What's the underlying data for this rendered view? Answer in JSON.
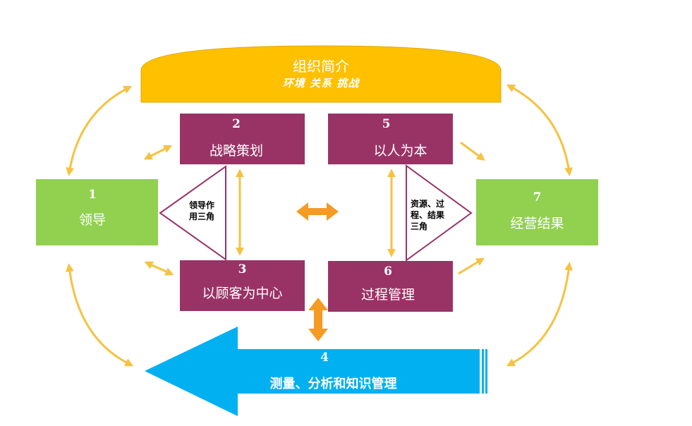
{
  "profile": {
    "title": "组织简介",
    "subtitle": "环境 关系 挑战"
  },
  "boxes": {
    "leadership": {
      "number": "1",
      "label": "领导"
    },
    "strategy": {
      "number": "2",
      "label": "战略策划"
    },
    "customer": {
      "number": "3",
      "label": "以顾客为中心"
    },
    "measurement": {
      "number": "4",
      "label": "测量、分析和知识管理"
    },
    "people": {
      "number": "5",
      "label": "以人为本"
    },
    "process": {
      "number": "6",
      "label": "过程管理"
    },
    "results": {
      "number": "7",
      "label": "经营结果"
    }
  },
  "triangles": {
    "leadership": {
      "line1": "领导作",
      "line2": "用三角"
    },
    "results": {
      "line1": "资源、过",
      "line2": "程、结果",
      "line3": "三角"
    }
  },
  "colors": {
    "profile": "#FFC000",
    "leadership": "#92D050",
    "magenta": "#993366",
    "measurement": "#00B0F0",
    "yellow_arrow": "#F5C242",
    "orange_arrow": "#F59A23"
  }
}
